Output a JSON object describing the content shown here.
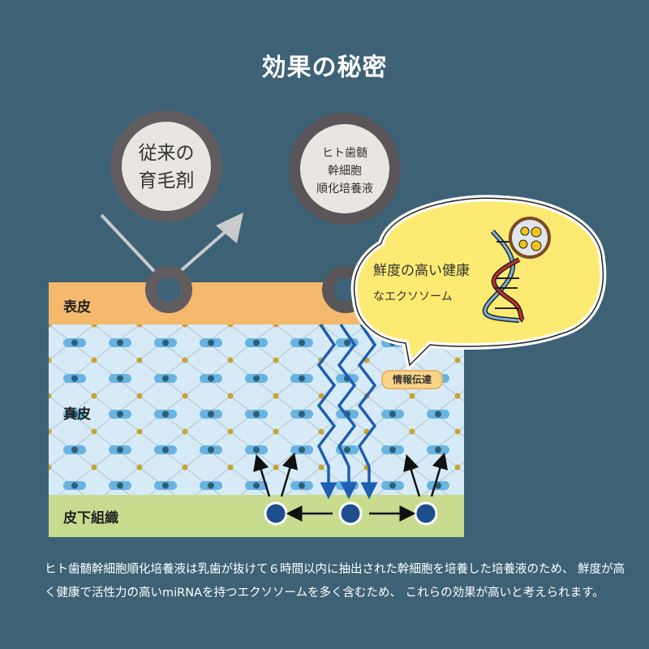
{
  "title": "効果の秘密",
  "circles": {
    "conventional": {
      "line1": "従来の",
      "line2": "育毛剤"
    },
    "stem_cell": {
      "line1": "ヒト歯髄",
      "line2": "幹細胞",
      "line3": "順化培養液"
    }
  },
  "layers": {
    "epidermis": "表皮",
    "dermis": "真皮",
    "subcutaneous": "皮下組織"
  },
  "bubble": {
    "line1": "鮮度の高い健康",
    "line2": "なエクソソーム"
  },
  "pill_label": "情報伝達",
  "description": "ヒト歯髄幹細胞順化培養液は乳歯が抜けて６時間以内に抽出された幹細胞を培養した培養液のため、 鮮度が高く健康で活性力の高いmiRNAを持つエクソソームを多く含むため、 これらの効果が高いと考えられます。",
  "colors": {
    "background": "#3e6275",
    "epidermis": "#f5b96e",
    "dermis": "#d6ebf7",
    "subcutaneous": "#c8dc8f",
    "bubble": "#fdea72",
    "cell": "#1f4e8c"
  }
}
